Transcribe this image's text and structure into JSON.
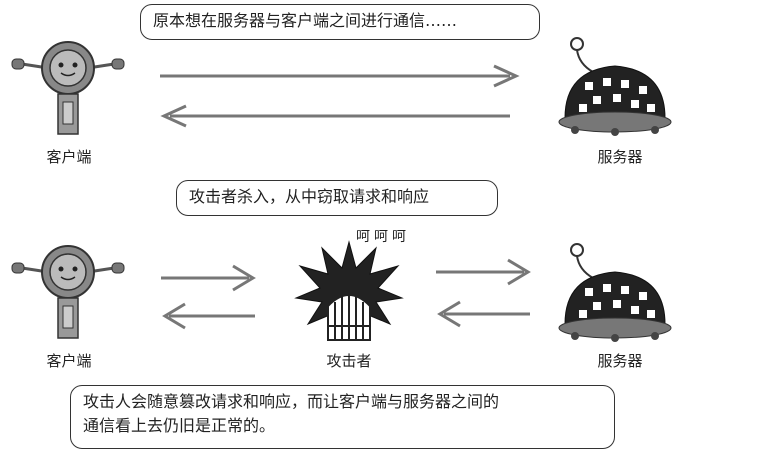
{
  "top": {
    "caption": "原本想在服务器与客户端之间进行通信……",
    "client_label": "客户端",
    "server_label": "服务器"
  },
  "bottom": {
    "caption": "攻击者杀入，从中窃取请求和响应",
    "laugh": "呵呵呵",
    "client_label": "客户端",
    "attacker_label": "攻击者",
    "server_label": "服务器",
    "note_line1": "攻击人会随意篡改请求和响应，而让客户端与服务器之间的",
    "note_line2": "通信看上去仍旧是正常的。"
  },
  "icons": {
    "client": "robot-client-icon",
    "server": "dome-server-icon",
    "attacker": "spiky-attacker-icon"
  }
}
